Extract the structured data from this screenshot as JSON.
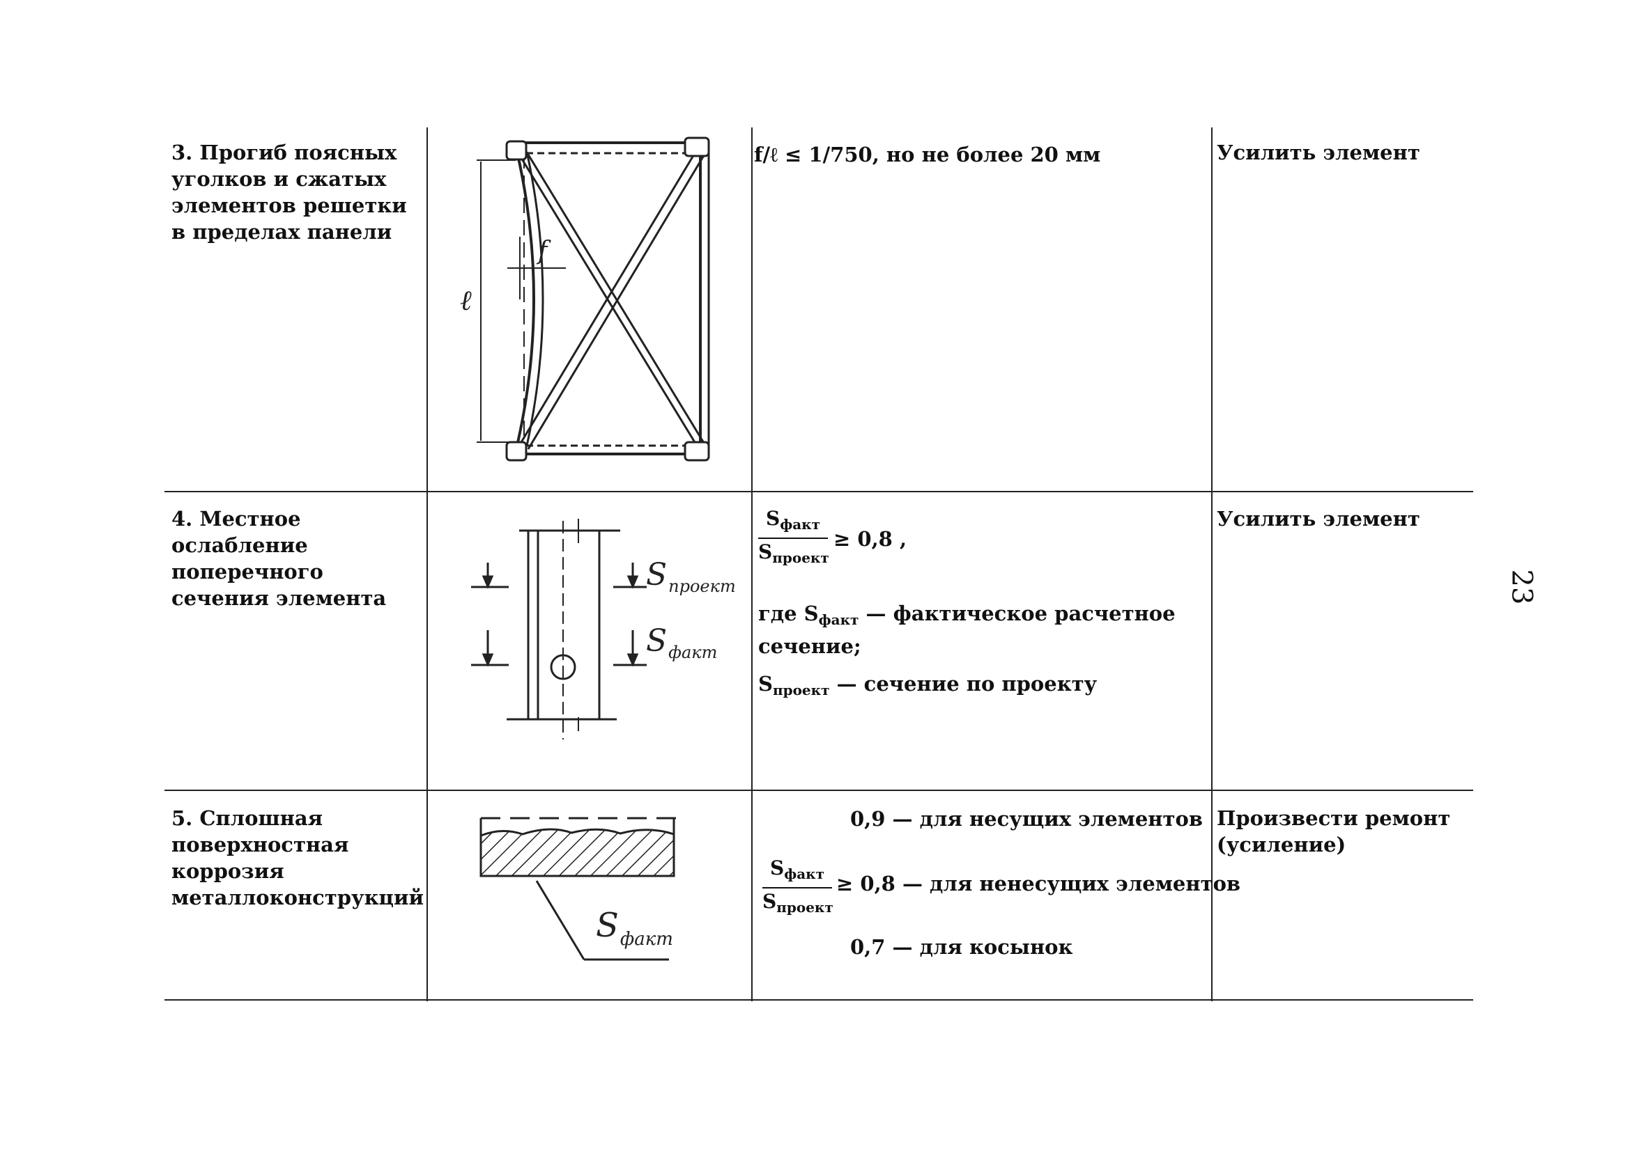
{
  "page_number": "23",
  "rows": [
    {
      "description": "3. Прогиб поясных уголков и сжатых элементов решетки в пределах панели",
      "criterion": "f/ℓ ≤ 1/750, но не более 20 мм",
      "action": "Усилить элемент",
      "figure_labels": {
        "f": "f",
        "l": "ℓ"
      }
    },
    {
      "description": "4. Местное ослабление поперечного сечения элемента",
      "criterion": {
        "frac_num": "S",
        "frac_num_sub": "факт",
        "frac_den": "S",
        "frac_den_sub": "проект",
        "tail": "≥ 0,8 ,",
        "where_prefix": "где S",
        "where_sub": "факт",
        "where_text": " — фактическое расчетное сечение;",
        "proj_prefix": "S",
        "proj_sub": "проект",
        "proj_text": " — сечение по проекту"
      },
      "action": "Усилить элемент",
      "figure_labels": {
        "s_proekt": "S",
        "s_proekt_sub": "проект",
        "s_fakt": "S",
        "s_fakt_sub": "факт"
      }
    },
    {
      "description": "5. Сплошная поверхностная коррозия металлоконструкций",
      "criterion": {
        "line1": "0,9 — для несущих элементов",
        "frac_num": "S",
        "frac_num_sub": "факт",
        "frac_den": "S",
        "frac_den_sub": "проект",
        "line2": "≥ 0,8 — для ненесущих элементов",
        "line3": "0,7 — для косынок"
      },
      "action": "Произвести ремонт (усиление)",
      "figure_labels": {
        "s_fakt": "S",
        "s_fakt_sub": "факт"
      }
    }
  ]
}
